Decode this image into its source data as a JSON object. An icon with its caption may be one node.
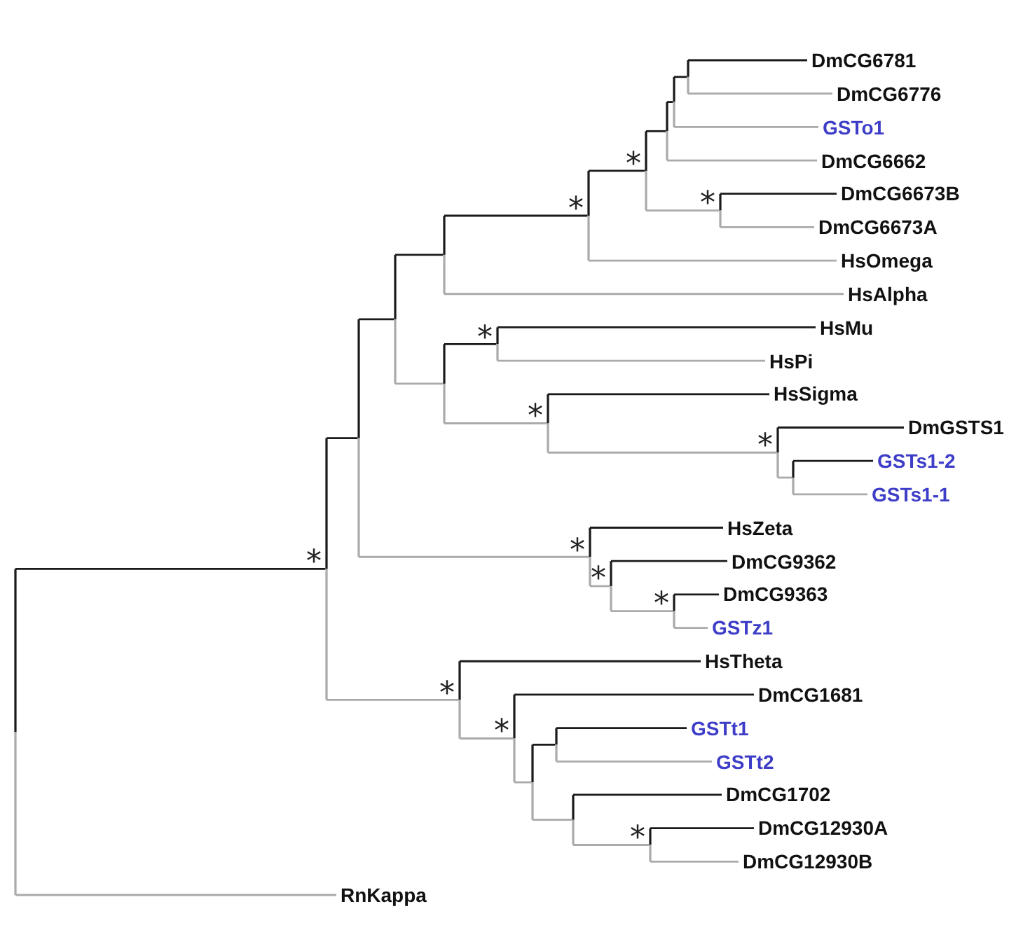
{
  "diagram": {
    "nodes": [
      {
        "text": [],
        "shape": "bar"
      },
      {
        "text": [],
        "shape": "bar",
        "beside": [
          "*"
        ]
      },
      {
        "text": [],
        "shape": "bar"
      },
      {
        "text": [],
        "shape": "bar"
      },
      {
        "text": [],
        "shape": "bar"
      },
      {
        "text": [],
        "shape": "bar",
        "beside": [
          "*"
        ]
      },
      {
        "text": [],
        "shape": "bar",
        "beside": [
          "*"
        ]
      },
      {
        "text": [],
        "shape": "bar"
      },
      {
        "text": [],
        "shape": "bar"
      },
      {
        "text": [],
        "shape": "bar"
      },
      {
        "text": [
          "DmCG6781"
        ]
      },
      {
        "text": [
          "DmCG6776"
        ]
      },
      {
        "text": [
          "GSTo1"
        ]
      },
      {
        "text": [
          "DmCG6662"
        ]
      },
      {
        "text": [],
        "shape": "bar",
        "beside": [
          "*"
        ]
      },
      {
        "text": [
          "DmCG6673B"
        ]
      },
      {
        "text": [
          "DmCG6673A"
        ]
      },
      {
        "text": [
          "HsOmega"
        ]
      },
      {
        "text": [
          "HsAlpha"
        ]
      },
      {
        "text": [],
        "shape": "bar"
      },
      {
        "text": [],
        "shape": "bar",
        "beside": [
          "*"
        ]
      },
      {
        "text": [
          "HsMu"
        ]
      },
      {
        "text": [
          "HsPi"
        ]
      },
      {
        "text": [],
        "shape": "bar",
        "beside": [
          "*"
        ]
      },
      {
        "text": [
          "HsSigma"
        ]
      },
      {
        "text": [],
        "shape": "bar",
        "beside": [
          "*"
        ]
      },
      {
        "text": [
          "DmGSTS1"
        ]
      },
      {
        "text": [],
        "shape": "bar"
      },
      {
        "text": [
          "GSTs1-2"
        ]
      },
      {
        "text": [
          "GSTs1-1"
        ]
      },
      {
        "text": [],
        "shape": "bar",
        "beside": [
          "*"
        ]
      },
      {
        "text": [
          "HsZeta"
        ]
      },
      {
        "text": [],
        "shape": "bar",
        "beside": [
          "*"
        ]
      },
      {
        "text": [
          "DmCG9362"
        ]
      },
      {
        "text": [],
        "shape": "bar",
        "beside": [
          "*"
        ]
      },
      {
        "text": [
          "DmCG9363"
        ]
      },
      {
        "text": [
          "GSTz1"
        ]
      },
      {
        "text": [],
        "shape": "bar",
        "beside": [
          "*"
        ]
      },
      {
        "text": [
          "HsTheta"
        ]
      },
      {
        "text": [],
        "shape": "bar",
        "beside": [
          "*"
        ]
      },
      {
        "text": [
          "DmCG1681"
        ]
      },
      {
        "text": [],
        "shape": "bar"
      },
      {
        "text": [],
        "shape": "bar"
      },
      {
        "text": [
          "GSTt1"
        ]
      },
      {
        "text": [
          "GSTt2"
        ]
      },
      {
        "text": [],
        "shape": "bar"
      },
      {
        "text": [
          "DmCG1702"
        ]
      },
      {
        "text": [],
        "shape": "bar",
        "beside": [
          "*"
        ]
      },
      {
        "text": [
          "DmCG12930A"
        ]
      },
      {
        "text": [
          "DmCG12930B"
        ]
      },
      {
        "text": [
          "RnKappa"
        ]
      }
    ],
    "edges": [
      {
        "from": 0,
        "to": 1,
        "arrow": "none"
      },
      {
        "from": 0,
        "to": 50,
        "arrow": "none",
        "color": "#aaaaaa"
      },
      {
        "from": 1,
        "to": 2,
        "arrow": "none"
      },
      {
        "from": 1,
        "to": 37,
        "arrow": "none",
        "color": "#aaaaaa"
      },
      {
        "from": 2,
        "to": 3,
        "arrow": "none"
      },
      {
        "from": 2,
        "to": 30,
        "arrow": "none",
        "color": "#aaaaaa"
      },
      {
        "from": 3,
        "to": 4,
        "arrow": "none"
      },
      {
        "from": 3,
        "to": 19,
        "arrow": "none",
        "color": "#aaaaaa"
      },
      {
        "from": 4,
        "to": 5,
        "arrow": "none"
      },
      {
        "from": 4,
        "to": 18,
        "arrow": "none",
        "color": "#aaaaaa"
      },
      {
        "from": 5,
        "to": 6,
        "arrow": "none"
      },
      {
        "from": 5,
        "to": 17,
        "arrow": "none",
        "color": "#aaaaaa"
      },
      {
        "from": 6,
        "to": 7,
        "arrow": "none"
      },
      {
        "from": 6,
        "to": 14,
        "arrow": "none",
        "color": "#aaaaaa"
      },
      {
        "from": 7,
        "to": 8,
        "arrow": "none"
      },
      {
        "from": 7,
        "to": 13,
        "arrow": "none",
        "color": "#aaaaaa"
      },
      {
        "from": 8,
        "to": 9,
        "arrow": "none"
      },
      {
        "from": 8,
        "to": 12,
        "arrow": "none",
        "color": "#aaaaaa"
      },
      {
        "from": 9,
        "to": 10,
        "arrow": "none"
      },
      {
        "from": 9,
        "to": 11,
        "arrow": "none",
        "color": "#aaaaaa"
      },
      {
        "from": 14,
        "to": 15,
        "arrow": "none"
      },
      {
        "from": 14,
        "to": 16,
        "arrow": "none",
        "color": "#aaaaaa"
      },
      {
        "from": 19,
        "to": 20,
        "arrow": "none"
      },
      {
        "from": 19,
        "to": 23,
        "arrow": "none",
        "color": "#aaaaaa"
      },
      {
        "from": 20,
        "to": 21,
        "arrow": "none"
      },
      {
        "from": 20,
        "to": 22,
        "arrow": "none",
        "color": "#aaaaaa"
      },
      {
        "from": 23,
        "to": 24,
        "arrow": "none"
      },
      {
        "from": 23,
        "to": 25,
        "arrow": "none",
        "color": "#aaaaaa"
      },
      {
        "from": 25,
        "to": 26,
        "arrow": "none"
      },
      {
        "from": 25,
        "to": 27,
        "arrow": "none",
        "color": "#aaaaaa"
      },
      {
        "from": 27,
        "to": 28,
        "arrow": "none"
      },
      {
        "from": 27,
        "to": 29,
        "arrow": "none",
        "color": "#aaaaaa"
      },
      {
        "from": 30,
        "to": 31,
        "arrow": "none"
      },
      {
        "from": 30,
        "to": 32,
        "arrow": "none",
        "color": "#aaaaaa"
      },
      {
        "from": 32,
        "to": 33,
        "arrow": "none"
      },
      {
        "from": 32,
        "to": 34,
        "arrow": "none",
        "color": "#aaaaaa"
      },
      {
        "from": 34,
        "to": 35,
        "arrow": "none"
      },
      {
        "from": 34,
        "to": 36,
        "arrow": "none",
        "color": "#aaaaaa"
      },
      {
        "from": 37,
        "to": 38,
        "arrow": "none"
      },
      {
        "from": 37,
        "to": 39,
        "arrow": "none",
        "color": "#aaaaaa"
      },
      {
        "from": 39,
        "to": 40,
        "arrow": "none"
      },
      {
        "from": 39,
        "to": 41,
        "arrow": "none",
        "color": "#aaaaaa"
      },
      {
        "from": 41,
        "to": 42,
        "arrow": "none"
      },
      {
        "from": 41,
        "to": 45,
        "arrow": "none",
        "color": "#aaaaaa"
      },
      {
        "from": 42,
        "to": 43,
        "arrow": "none"
      },
      {
        "from": 42,
        "to": 44,
        "arrow": "none",
        "color": "#aaaaaa"
      },
      {
        "from": 45,
        "to": 46,
        "arrow": "none"
      },
      {
        "from": 45,
        "to": 47,
        "arrow": "none",
        "color": "#aaaaaa"
      },
      {
        "from": 47,
        "to": 48,
        "arrow": "none"
      },
      {
        "from": 47,
        "to": 49,
        "arrow": "none",
        "color": "#aaaaaa"
      }
    ]
  }
}
